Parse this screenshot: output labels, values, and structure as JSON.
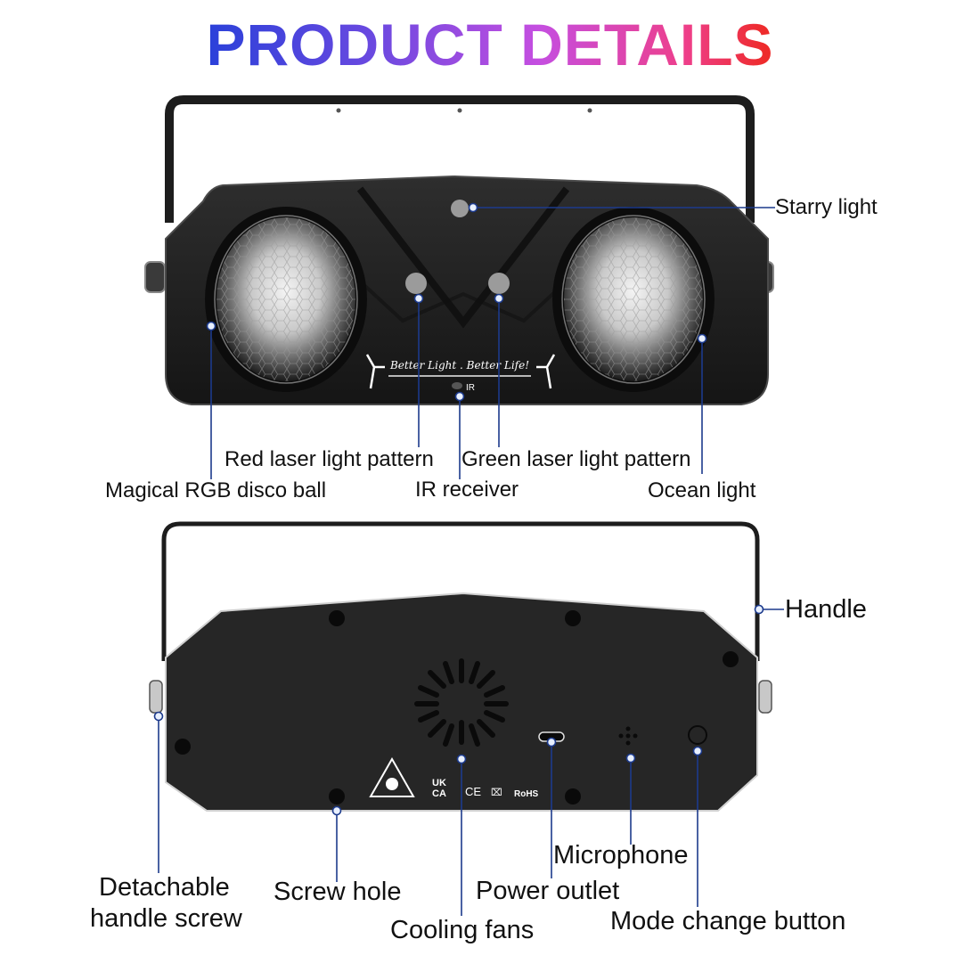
{
  "header": {
    "title": "PRODUCT DETAILS"
  },
  "colors": {
    "title_gradient": [
      "#1f3fd8",
      "#6a49e0",
      "#c54ee0",
      "#ee3f8a",
      "#ee2b2b"
    ],
    "callout_line": "#1c3a8c",
    "callout_dot": "#e8f0ff",
    "device_body": "#232323"
  },
  "front_view": {
    "logo_text": "Better Light . Better Life!",
    "ir_mark": "IR",
    "callouts": [
      {
        "id": "starry-light",
        "label": "Starry light"
      },
      {
        "id": "red-laser",
        "label": "Red laser light pattern"
      },
      {
        "id": "green-laser",
        "label": "Green laser light pattern"
      },
      {
        "id": "disco-ball",
        "label": "Magical RGB disco ball"
      },
      {
        "id": "ir-receiver",
        "label": "IR receiver"
      },
      {
        "id": "ocean-light",
        "label": "Ocean light"
      }
    ]
  },
  "back_view": {
    "certifications": [
      "UK",
      "CA",
      "CE",
      "RoHS"
    ],
    "callouts": [
      {
        "id": "handle",
        "label": "Handle"
      },
      {
        "id": "microphone",
        "label": "Microphone"
      },
      {
        "id": "handle-screw-1",
        "label": "Detachable"
      },
      {
        "id": "handle-screw-2",
        "label": "handle screw"
      },
      {
        "id": "screw-hole",
        "label": "Screw hole"
      },
      {
        "id": "power-outlet",
        "label": "Power outlet"
      },
      {
        "id": "cooling-fans",
        "label": "Cooling fans"
      },
      {
        "id": "mode-button",
        "label": "Mode change button"
      }
    ]
  }
}
